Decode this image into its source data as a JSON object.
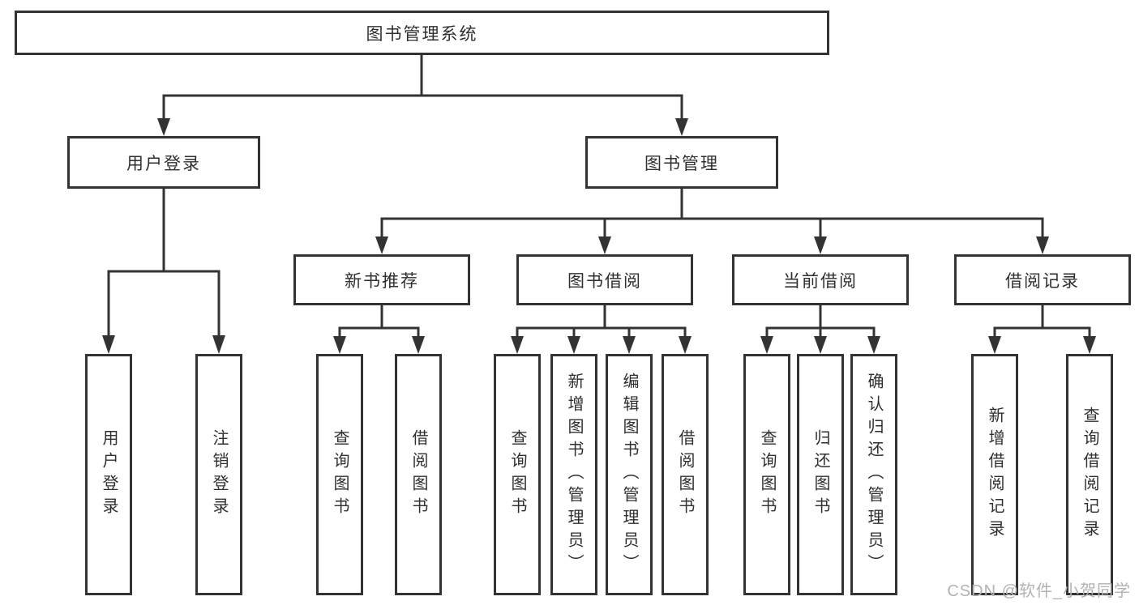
{
  "colors": {
    "line": "#333333",
    "box_border": "#333333",
    "text": "#2f2f2f",
    "watermark": "#b2b2b2",
    "background": "#ffffff"
  },
  "tree": {
    "root": {
      "label": "图书管理系统",
      "children": [
        {
          "label": "用户登录",
          "children": [
            {
              "label": "用户登录"
            },
            {
              "label": "注销登录"
            }
          ]
        },
        {
          "label": "图书管理",
          "children": [
            {
              "label": "新书推荐",
              "children": [
                {
                  "label": "查询图书"
                },
                {
                  "label": "借阅图书"
                }
              ]
            },
            {
              "label": "图书借阅",
              "children": [
                {
                  "label": "查询图书"
                },
                {
                  "label": "新增图书（管理员）"
                },
                {
                  "label": "编辑图书（管理员）"
                },
                {
                  "label": "借阅图书"
                }
              ]
            },
            {
              "label": "当前借阅",
              "children": [
                {
                  "label": "查询图书"
                },
                {
                  "label": "归还图书"
                },
                {
                  "label": "确认归还（管理员）"
                }
              ]
            },
            {
              "label": "借阅记录",
              "children": [
                {
                  "label": "新增借阅记录"
                },
                {
                  "label": "查询借阅记录"
                }
              ]
            }
          ]
        }
      ]
    }
  },
  "watermark": {
    "text": "CSDN @软件_小贺同学"
  }
}
